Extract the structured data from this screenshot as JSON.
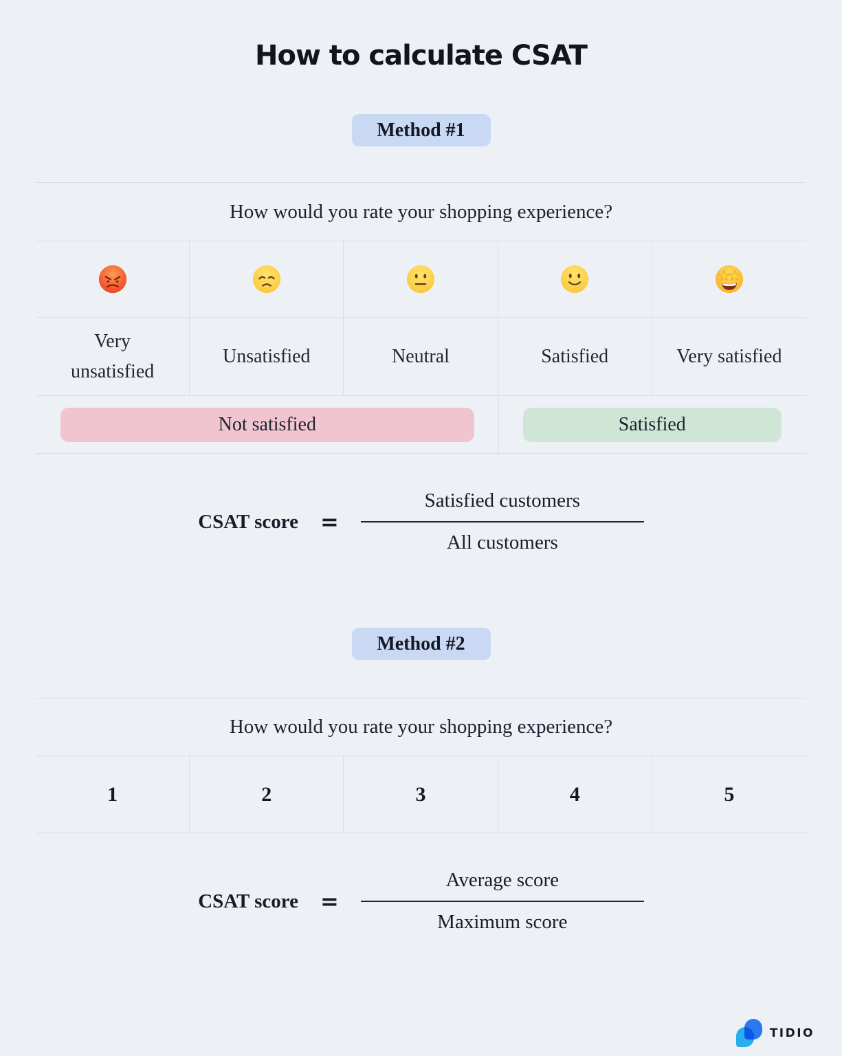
{
  "page": {
    "title": "How to calculate CSAT"
  },
  "method1": {
    "badge_label": "Method #1",
    "table": {
      "question": "How would you rate your shopping experience?",
      "columns": [
        {
          "icon": "angry-face-emoji",
          "label": "Very unsatisfied"
        },
        {
          "icon": "disappointed-face-emoji",
          "label": "Unsatisfied"
        },
        {
          "icon": "neutral-face-emoji",
          "label": "Neutral"
        },
        {
          "icon": "slightly-smiling-face-emoji",
          "label": "Satisfied"
        },
        {
          "icon": "star-struck-face-emoji",
          "label": "Very satisfied"
        }
      ],
      "groups": [
        {
          "label": "Not satisfied",
          "color": "#f0c5cf",
          "columns_spanned": 3
        },
        {
          "label": "Satisfied",
          "color": "#cfe5d5",
          "columns_spanned": 2
        }
      ]
    },
    "formula": {
      "lhs": "CSAT score",
      "equals": "=",
      "numerator": "Satisfied customers",
      "denominator": "All customers"
    }
  },
  "method2": {
    "badge_label": "Method #2",
    "table": {
      "question": "How would you rate your shopping experience?",
      "scores": [
        "1",
        "2",
        "3",
        "4",
        "5"
      ]
    },
    "formula": {
      "lhs": "CSAT score",
      "equals": "=",
      "numerator": "Average score",
      "denominator": "Maximum score"
    }
  },
  "footer": {
    "brand": "TIDIO"
  },
  "colors": {
    "background": "#edf1f6",
    "divider": "#d8dde7",
    "badge_background": "#c9d9f4",
    "pill_not_satisfied": "#f0c5cf",
    "pill_satisfied": "#cfe5d5",
    "text": "#1b2130",
    "logo_blue_dark": "#2f80f8",
    "logo_blue_light": "#2bb7f7"
  }
}
